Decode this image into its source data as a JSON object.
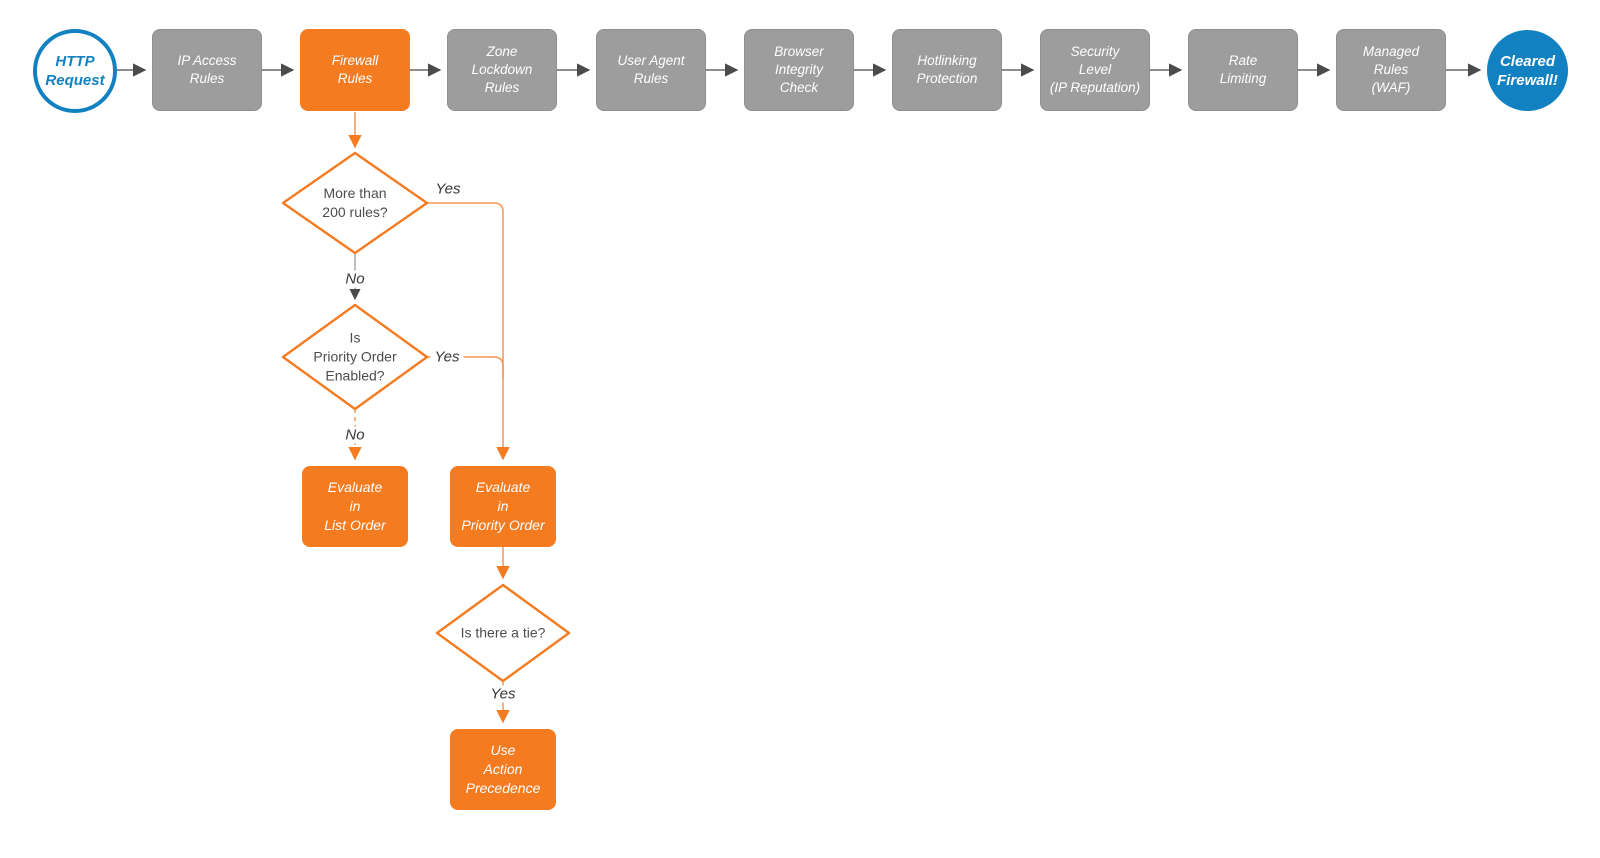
{
  "colors": {
    "accent_orange": "#f57b21",
    "accent_orange_light": "#f79556",
    "brand_blue": "#1181c2",
    "step_gray": "#9d9d9d",
    "connector_gray": "#666666"
  },
  "flow": {
    "start": {
      "label": "HTTP\nRequest"
    },
    "steps": [
      {
        "label": "IP Access\nRules",
        "highlighted": false
      },
      {
        "label": "Firewall\nRules",
        "highlighted": true
      },
      {
        "label": "Zone\nLockdown\nRules",
        "highlighted": false
      },
      {
        "label": "User Agent\nRules",
        "highlighted": false
      },
      {
        "label": "Browser\nIntegrity\nCheck",
        "highlighted": false
      },
      {
        "label": "Hotlinking\nProtection",
        "highlighted": false
      },
      {
        "label": "Security\nLevel\n(IP Reputation)",
        "highlighted": false
      },
      {
        "label": "Rate\nLimiting",
        "highlighted": false
      },
      {
        "label": "Managed\nRules\n(WAF)",
        "highlighted": false
      }
    ],
    "end": {
      "label": "Cleared\nFirewall!"
    }
  },
  "firewall_branch": {
    "decision_rules_count": {
      "label": "More than\n200 rules?",
      "yes": "Yes",
      "no": "No"
    },
    "decision_priority_enabled": {
      "label": "Is\nPriority Order\nEnabled?",
      "yes": "Yes",
      "no": "No"
    },
    "action_list_order": {
      "label": "Evaluate\nin\nList Order"
    },
    "action_priority_order": {
      "label": "Evaluate\nin\nPriority Order"
    },
    "decision_tie": {
      "label": "Is there a tie?",
      "yes": "Yes"
    },
    "action_precedence": {
      "label": "Use\nAction\nPrecedence"
    }
  }
}
